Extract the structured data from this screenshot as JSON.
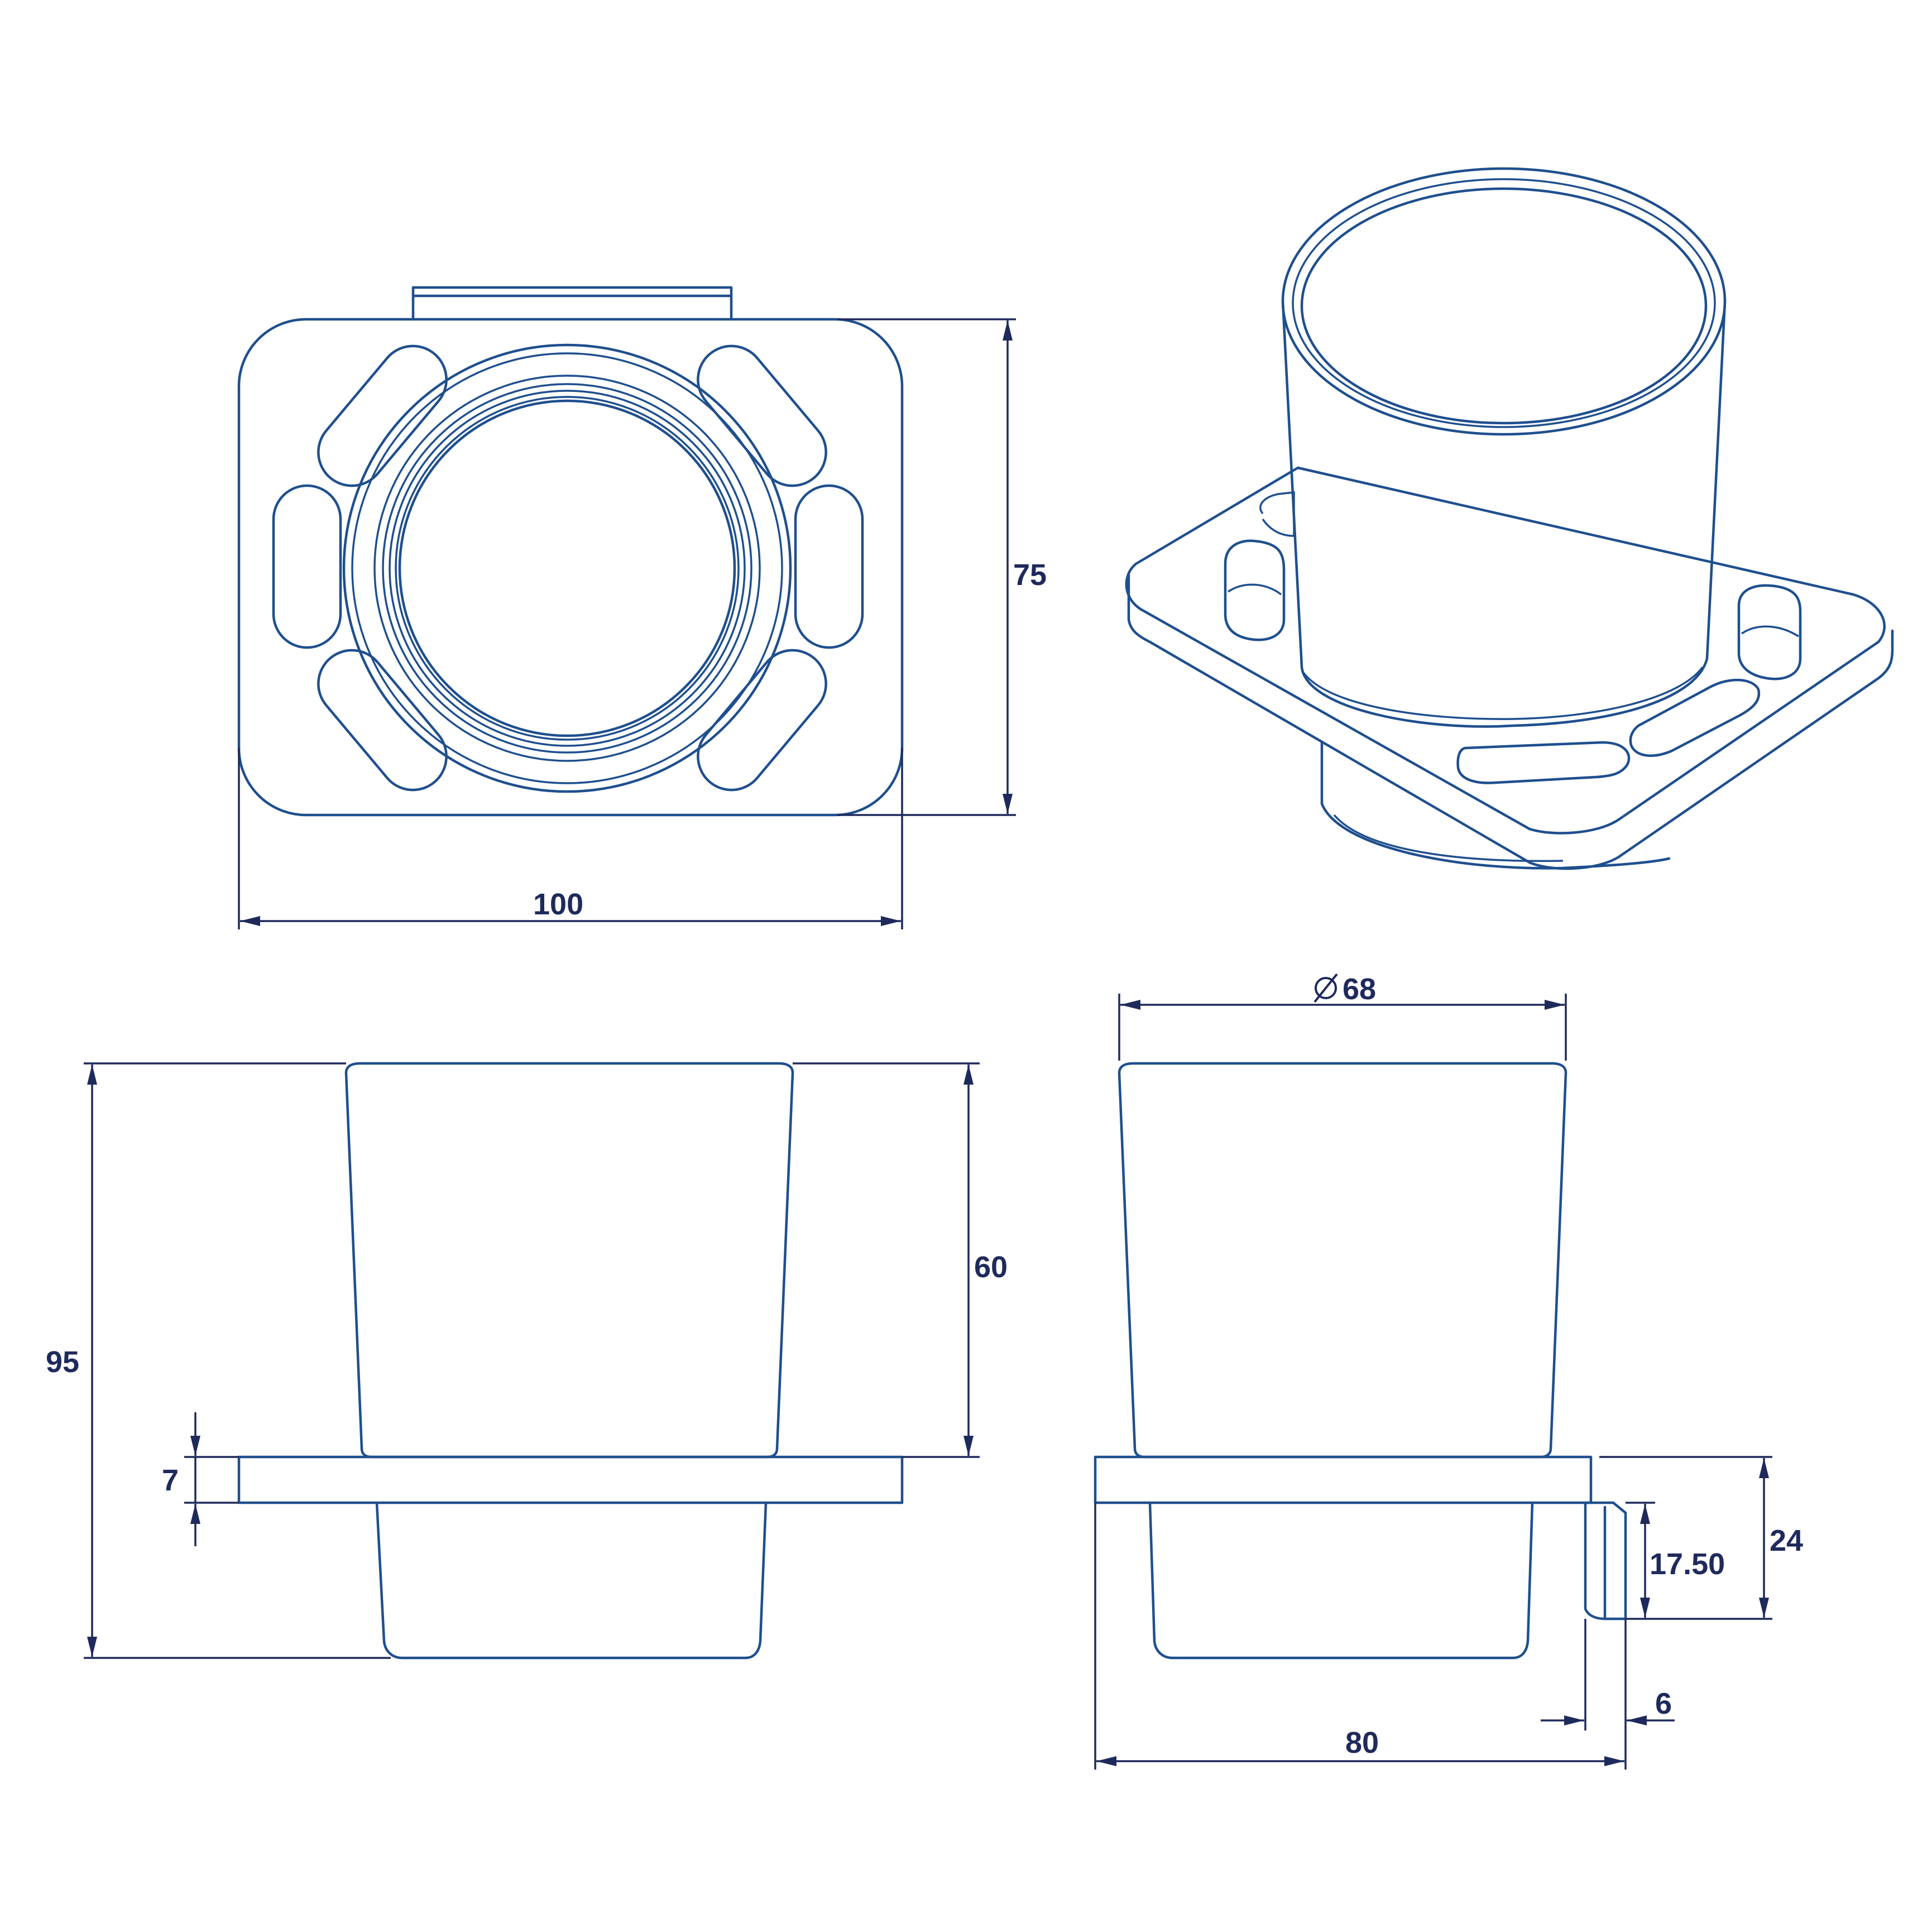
{
  "dimensions": {
    "top_view_height": "75",
    "top_view_width": "100",
    "side_total_height": "95",
    "side_cup_height": "60",
    "side_plate_thickness": "7",
    "cup_diameter_symbol": "∅",
    "cup_diameter": "68",
    "projection_depth": "80",
    "mount_height": "24",
    "mount_inner_height": "17.50",
    "mount_thickness": "6"
  },
  "colors": {
    "part_outline": "#1f4f8e",
    "dimension_lines": "#1f2a5c"
  }
}
